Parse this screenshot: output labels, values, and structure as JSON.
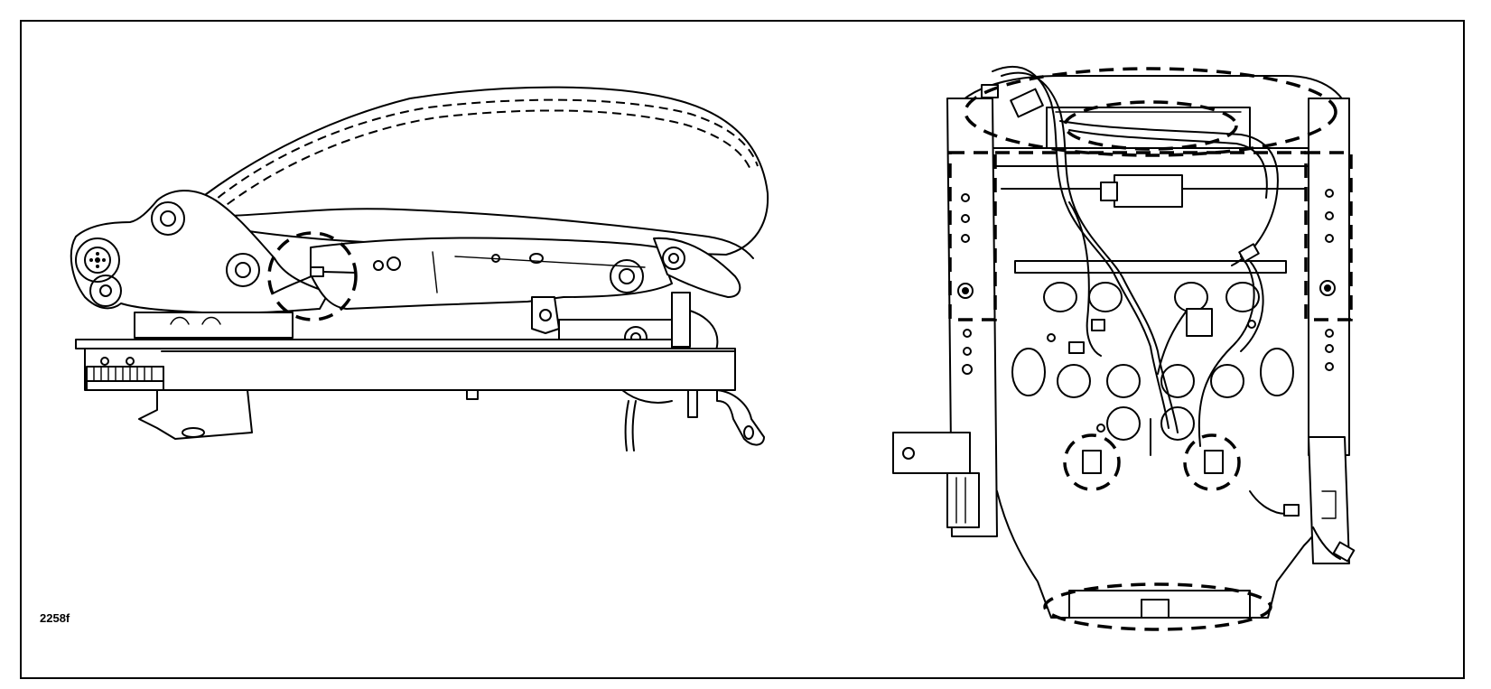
{
  "figure": {
    "id_label": "2258f",
    "line_color": "#000000",
    "background_color": "#ffffff",
    "views": [
      "side-view-seat-adjuster",
      "top-view-seat-frame-wiring"
    ]
  }
}
